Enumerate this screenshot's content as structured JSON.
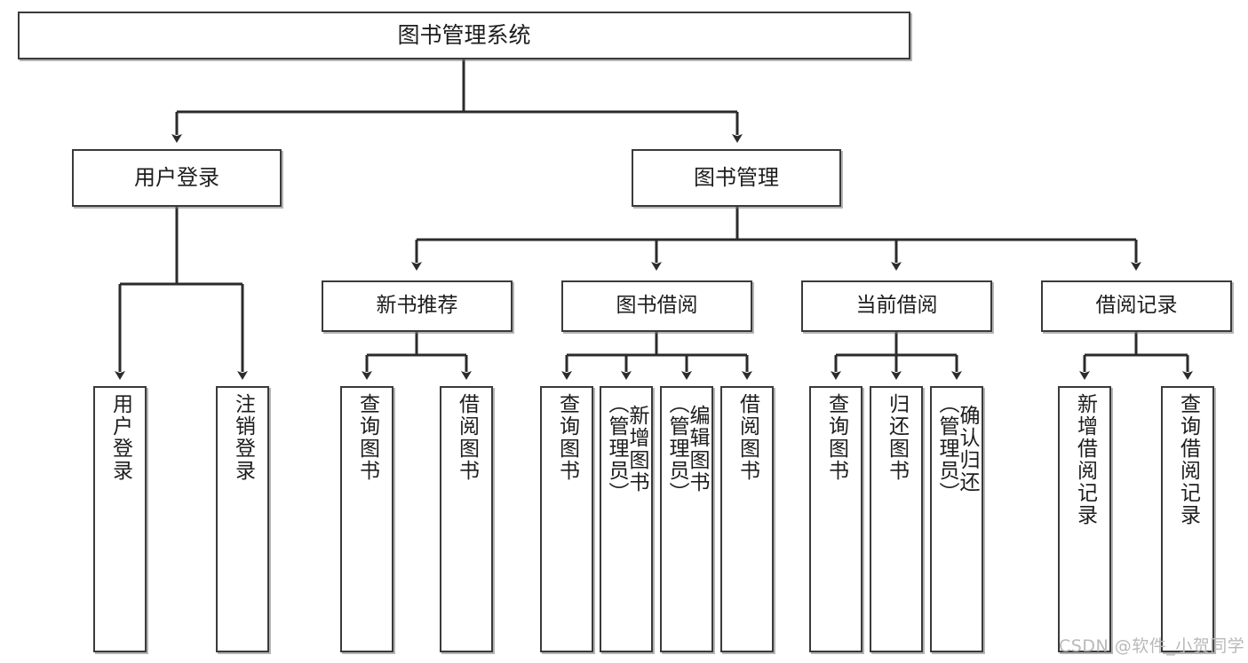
{
  "diagram": {
    "type": "tree-hierarchy-chart",
    "title": "图书管理系统",
    "watermark": "CSDN @软件_小贺同学",
    "colors": {
      "box_border": "#3a3a3a",
      "box_fill": "#ffffff",
      "edge": "#2b2b2b",
      "text": "#1d1d1d",
      "watermark": "#b9b9b9",
      "background": "#ffffff"
    },
    "root": {
      "label": "图书管理系统"
    },
    "level2": [
      {
        "label": "用户登录"
      },
      {
        "label": "图书管理"
      }
    ],
    "level3": [
      {
        "label": "新书推荐"
      },
      {
        "label": "图书借阅"
      },
      {
        "label": "当前借阅"
      },
      {
        "label": "借阅记录"
      }
    ],
    "leaves": {
      "user_login": [
        {
          "label": "用户登录"
        },
        {
          "label": "注销登录"
        }
      ],
      "new_book_recommend": [
        {
          "label": "查询图书"
        },
        {
          "label": "借阅图书"
        }
      ],
      "book_borrow": [
        {
          "label": "查询图书"
        },
        {
          "label": "新增图书\n（管理员）"
        },
        {
          "label": "编辑图书\n（管理员）"
        },
        {
          "label": "借阅图书"
        }
      ],
      "current_borrow": [
        {
          "label": "查询图书"
        },
        {
          "label": "归还图书"
        },
        {
          "label": "确认归还\n（管理员）"
        }
      ],
      "borrow_record": [
        {
          "label": "新增借阅记录"
        },
        {
          "label": "查询借阅记录"
        }
      ]
    }
  },
  "chart_data": {
    "type": "table",
    "title": "图书管理系统 功能结构图",
    "nodes": [
      {
        "id": "root",
        "label": "图书管理系统",
        "level": 1,
        "parent": null
      },
      {
        "id": "user-login",
        "label": "用户登录",
        "level": 2,
        "parent": "root"
      },
      {
        "id": "book-manage",
        "label": "图书管理",
        "level": 2,
        "parent": "root"
      },
      {
        "id": "new-book",
        "label": "新书推荐",
        "level": 3,
        "parent": "book-manage"
      },
      {
        "id": "book-borrow",
        "label": "图书借阅",
        "level": 3,
        "parent": "book-manage"
      },
      {
        "id": "current-borrow",
        "label": "当前借阅",
        "level": 3,
        "parent": "book-manage"
      },
      {
        "id": "borrow-record",
        "label": "借阅记录",
        "level": 3,
        "parent": "book-manage"
      },
      {
        "id": "leaf-1",
        "label": "用户登录",
        "level": 3,
        "parent": "user-login"
      },
      {
        "id": "leaf-2",
        "label": "注销登录",
        "level": 3,
        "parent": "user-login"
      },
      {
        "id": "leaf-3",
        "label": "查询图书",
        "level": 4,
        "parent": "new-book"
      },
      {
        "id": "leaf-4",
        "label": "借阅图书",
        "level": 4,
        "parent": "new-book"
      },
      {
        "id": "leaf-5",
        "label": "查询图书",
        "level": 4,
        "parent": "book-borrow"
      },
      {
        "id": "leaf-6",
        "label": "新增图书（管理员）",
        "level": 4,
        "parent": "book-borrow"
      },
      {
        "id": "leaf-7",
        "label": "编辑图书（管理员）",
        "level": 4,
        "parent": "book-borrow"
      },
      {
        "id": "leaf-8",
        "label": "借阅图书",
        "level": 4,
        "parent": "book-borrow"
      },
      {
        "id": "leaf-9",
        "label": "查询图书",
        "level": 4,
        "parent": "current-borrow"
      },
      {
        "id": "leaf-10",
        "label": "归还图书",
        "level": 4,
        "parent": "current-borrow"
      },
      {
        "id": "leaf-11",
        "label": "确认归还（管理员）",
        "level": 4,
        "parent": "current-borrow"
      },
      {
        "id": "leaf-12",
        "label": "新增借阅记录",
        "level": 4,
        "parent": "borrow-record"
      },
      {
        "id": "leaf-13",
        "label": "查询借阅记录",
        "level": 4,
        "parent": "borrow-record"
      }
    ]
  }
}
